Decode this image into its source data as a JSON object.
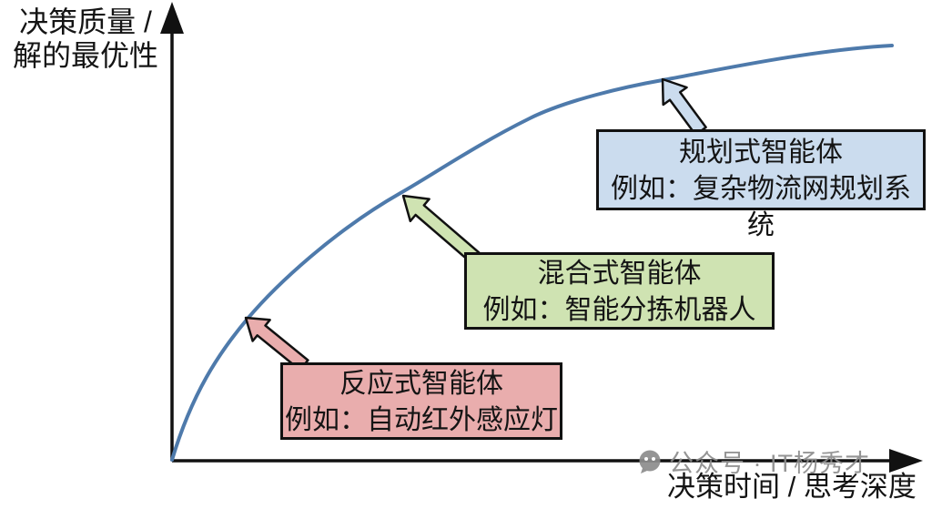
{
  "axes": {
    "y_label_line1": "决策质量 /",
    "y_label_line2": "解的最优性",
    "x_label": "决策时间 / 思考深度"
  },
  "curve": {
    "type": "line",
    "shape": "rising-saturating-curve",
    "note": "单条蓝色曲线：随横轴增加快速上升后趋于平缓"
  },
  "callouts": [
    {
      "id": "reactive",
      "title": "反应式智能体",
      "example": "例如：自动红外感应灯",
      "fill": "#e9adad"
    },
    {
      "id": "hybrid",
      "title": "混合式智能体",
      "example": "例如：智能分拣机器人",
      "fill": "#cfe3b2"
    },
    {
      "id": "planning",
      "title": "规划式智能体",
      "example": "例如：复杂物流网规划系统",
      "fill": "#cbdcee"
    }
  ],
  "watermark": {
    "icon": "wechat-icon",
    "text": "公众号 · IT杨秀才"
  },
  "colors": {
    "curve": "#4e7aab",
    "axis": "#111111",
    "border": "#111111",
    "text": "#141414",
    "watermark": "#8f8f8f",
    "callout_red": "#e9adad",
    "callout_green": "#cfe3b2",
    "callout_blue": "#cbdcee"
  }
}
